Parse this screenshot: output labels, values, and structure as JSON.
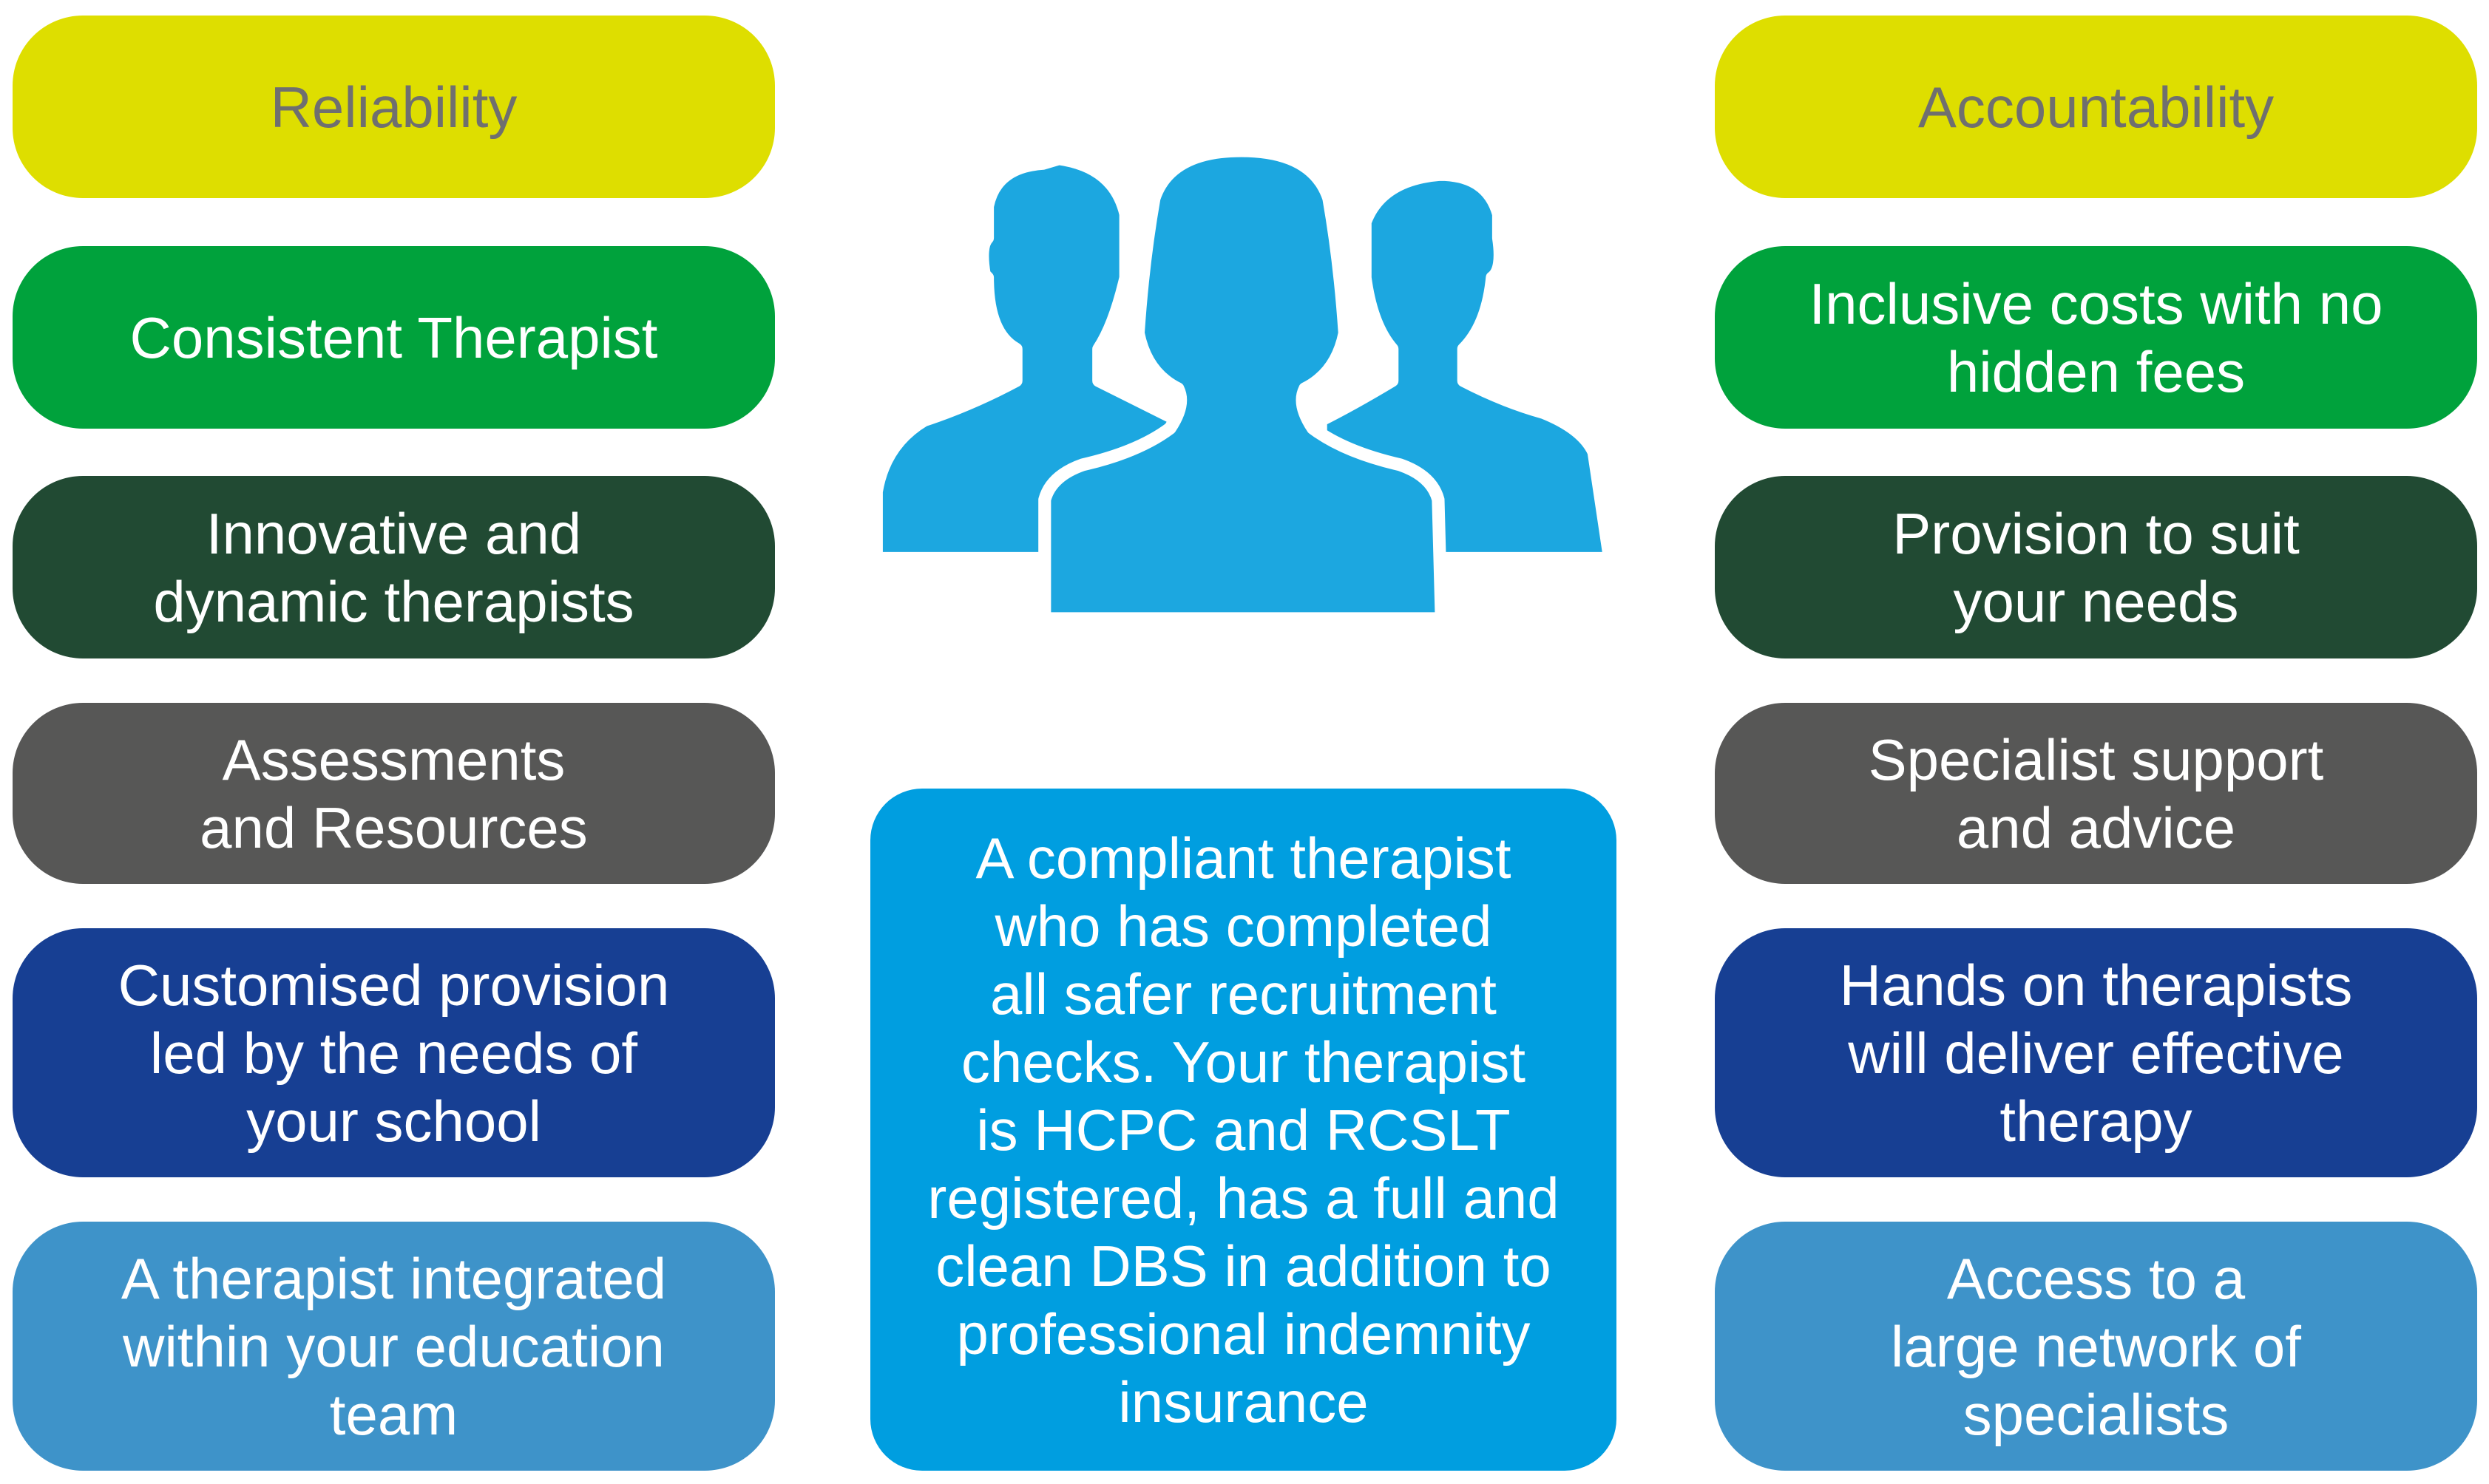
{
  "left": [
    {
      "label": "Reliability"
    },
    {
      "label": "Consistent Therapist"
    },
    {
      "label": "Innovative and\ndynamic therapists"
    },
    {
      "label": "Assessments\nand Resources"
    },
    {
      "label": "Customised provision\nled by the needs of\nyour school"
    },
    {
      "label": "A therapist integrated\nwithin your education\nteam"
    }
  ],
  "right": [
    {
      "label": "Accountability"
    },
    {
      "label": "Inclusive costs with no\nhidden fees"
    },
    {
      "label": "Provision to suit\nyour needs"
    },
    {
      "label": "Specialist support\nand advice"
    },
    {
      "label": "Hands on therapists\nwill deliver effective\ntherapy"
    },
    {
      "label": "Access to a\nlarge network of\nspecialists"
    }
  ],
  "center": {
    "text": "A compliant therapist\nwho has completed\nall safer recruitment\nchecks. Your therapist\nis HCPC and RCSLT\nregistered, has a full and\nclean DBS in addition to\nprofessional indemnity\ninsurance",
    "icon": "people-group-icon"
  },
  "colors": {
    "yellow": "#dede00",
    "green": "#00a23c",
    "dark_green": "#214a33",
    "gray": "#575756",
    "navy": "#173f93",
    "light_blue": "#3e93c9",
    "center_blue": "#009ee0",
    "icon_blue": "#1ca7e0"
  }
}
